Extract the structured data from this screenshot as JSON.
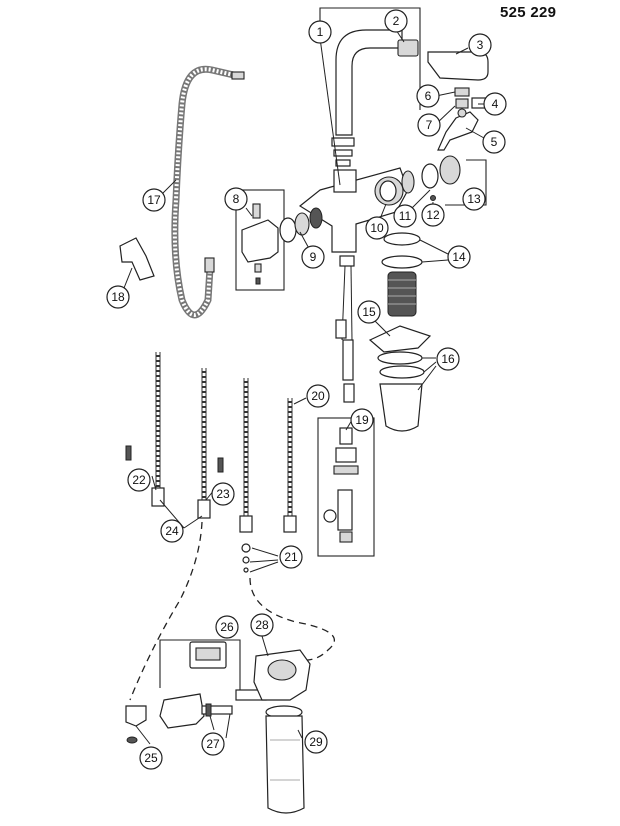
{
  "document_number": "525 229",
  "callouts": [
    "1",
    "2",
    "3",
    "4",
    "5",
    "6",
    "7",
    "8",
    "9",
    "10",
    "11",
    "12",
    "13",
    "14",
    "15",
    "16",
    "17",
    "18",
    "19",
    "20",
    "21",
    "22",
    "23",
    "24",
    "25",
    "26",
    "27",
    "28",
    "29"
  ],
  "colors": {
    "line": "#222222",
    "background": "#ffffff",
    "shade": "#d8d8d8"
  }
}
